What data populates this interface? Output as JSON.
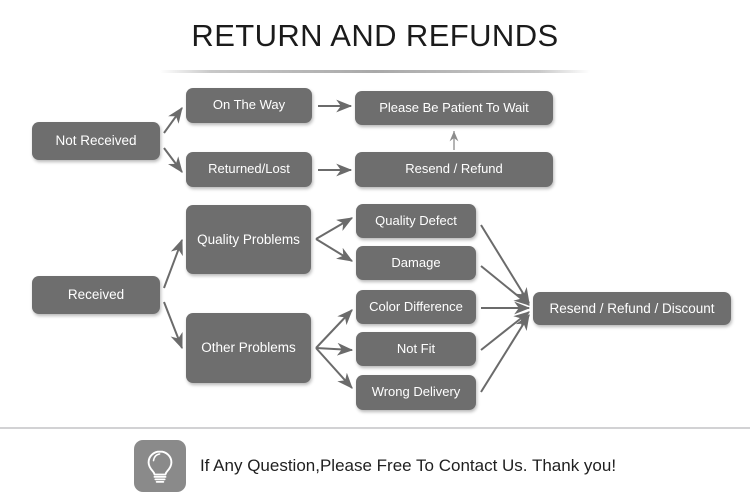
{
  "page": {
    "title": "RETURN AND REFUNDS",
    "background": "#ffffff",
    "node_color": "#6e6e6e",
    "node_text_color": "#ffffff",
    "arrow_color": "#6b6b6b",
    "rule_color": "#d2d2d4"
  },
  "flow": {
    "nodes": [
      {
        "id": "not-received",
        "label": "Not Received"
      },
      {
        "id": "on-the-way",
        "label": "On The Way"
      },
      {
        "id": "returned-lost",
        "label": "Returned/Lost"
      },
      {
        "id": "please-be-patient",
        "label": "Please Be Patient To Wait"
      },
      {
        "id": "resend-refund",
        "label": "Resend / Refund"
      },
      {
        "id": "received",
        "label": "Received"
      },
      {
        "id": "quality-problems",
        "label": "Quality Problems"
      },
      {
        "id": "other-problems",
        "label": "Other Problems"
      },
      {
        "id": "quality-defect",
        "label": "Quality Defect"
      },
      {
        "id": "damage",
        "label": "Damage"
      },
      {
        "id": "color-difference",
        "label": "Color Difference"
      },
      {
        "id": "not-fit",
        "label": "Not Fit"
      },
      {
        "id": "wrong-delivery",
        "label": "Wrong Delivery"
      },
      {
        "id": "resend-refund-discount",
        "label": "Resend / Refund / Discount"
      }
    ]
  },
  "footer": {
    "icon": "lightbulb-icon",
    "text": "If Any Question,Please Free To Contact Us. Thank you!"
  }
}
